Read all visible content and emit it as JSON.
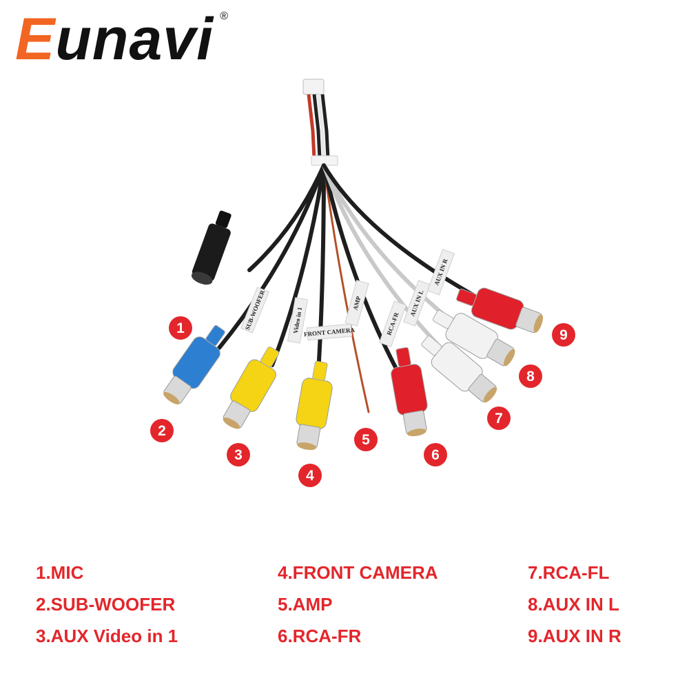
{
  "brand": {
    "first_letter": "E",
    "rest": "unavi",
    "registered": "®",
    "colors": {
      "first_letter": "#f26522",
      "rest": "#111111"
    }
  },
  "product_image": {
    "connectors": [
      {
        "number": "1",
        "tag_text": "",
        "plug_color": "#1a1a1a",
        "icon": "mic-jack-icon"
      },
      {
        "number": "2",
        "tag_text": "SUB-WOOFER",
        "plug_color": "#2d7fd1",
        "icon": "rca-plug-icon"
      },
      {
        "number": "3",
        "tag_text": "Video in 1",
        "plug_color": "#f4d414",
        "icon": "rca-plug-icon"
      },
      {
        "number": "4",
        "tag_text": "FRONT CAMERA",
        "plug_color": "#f4d414",
        "icon": "rca-plug-icon"
      },
      {
        "number": "5",
        "tag_text": "AMP",
        "plug_color": "#b3502a",
        "icon": "wire-icon"
      },
      {
        "number": "6",
        "tag_text": "RCA-FR",
        "plug_color": "#e0202a",
        "icon": "rca-plug-icon"
      },
      {
        "number": "7",
        "tag_text": "RCA-FL",
        "plug_color": "#f2f2f2",
        "icon": "rca-plug-icon"
      },
      {
        "number": "8",
        "tag_text": "AUX IN L",
        "plug_color": "#f2f2f2",
        "icon": "rca-plug-icon"
      },
      {
        "number": "9",
        "tag_text": "AUX IN R",
        "plug_color": "#e0202a",
        "icon": "rca-plug-icon"
      }
    ],
    "badge_color": "#e3262b"
  },
  "legend": {
    "columns": [
      [
        "1.MIC",
        "2.SUB-WOOFER",
        "3.AUX Video in 1"
      ],
      [
        "4.FRONT CAMERA",
        "5.AMP",
        "6.RCA-FR"
      ],
      [
        "7.RCA-FL",
        "8.AUX IN L",
        "9.AUX IN R"
      ]
    ],
    "text_color": "#e3262b"
  }
}
